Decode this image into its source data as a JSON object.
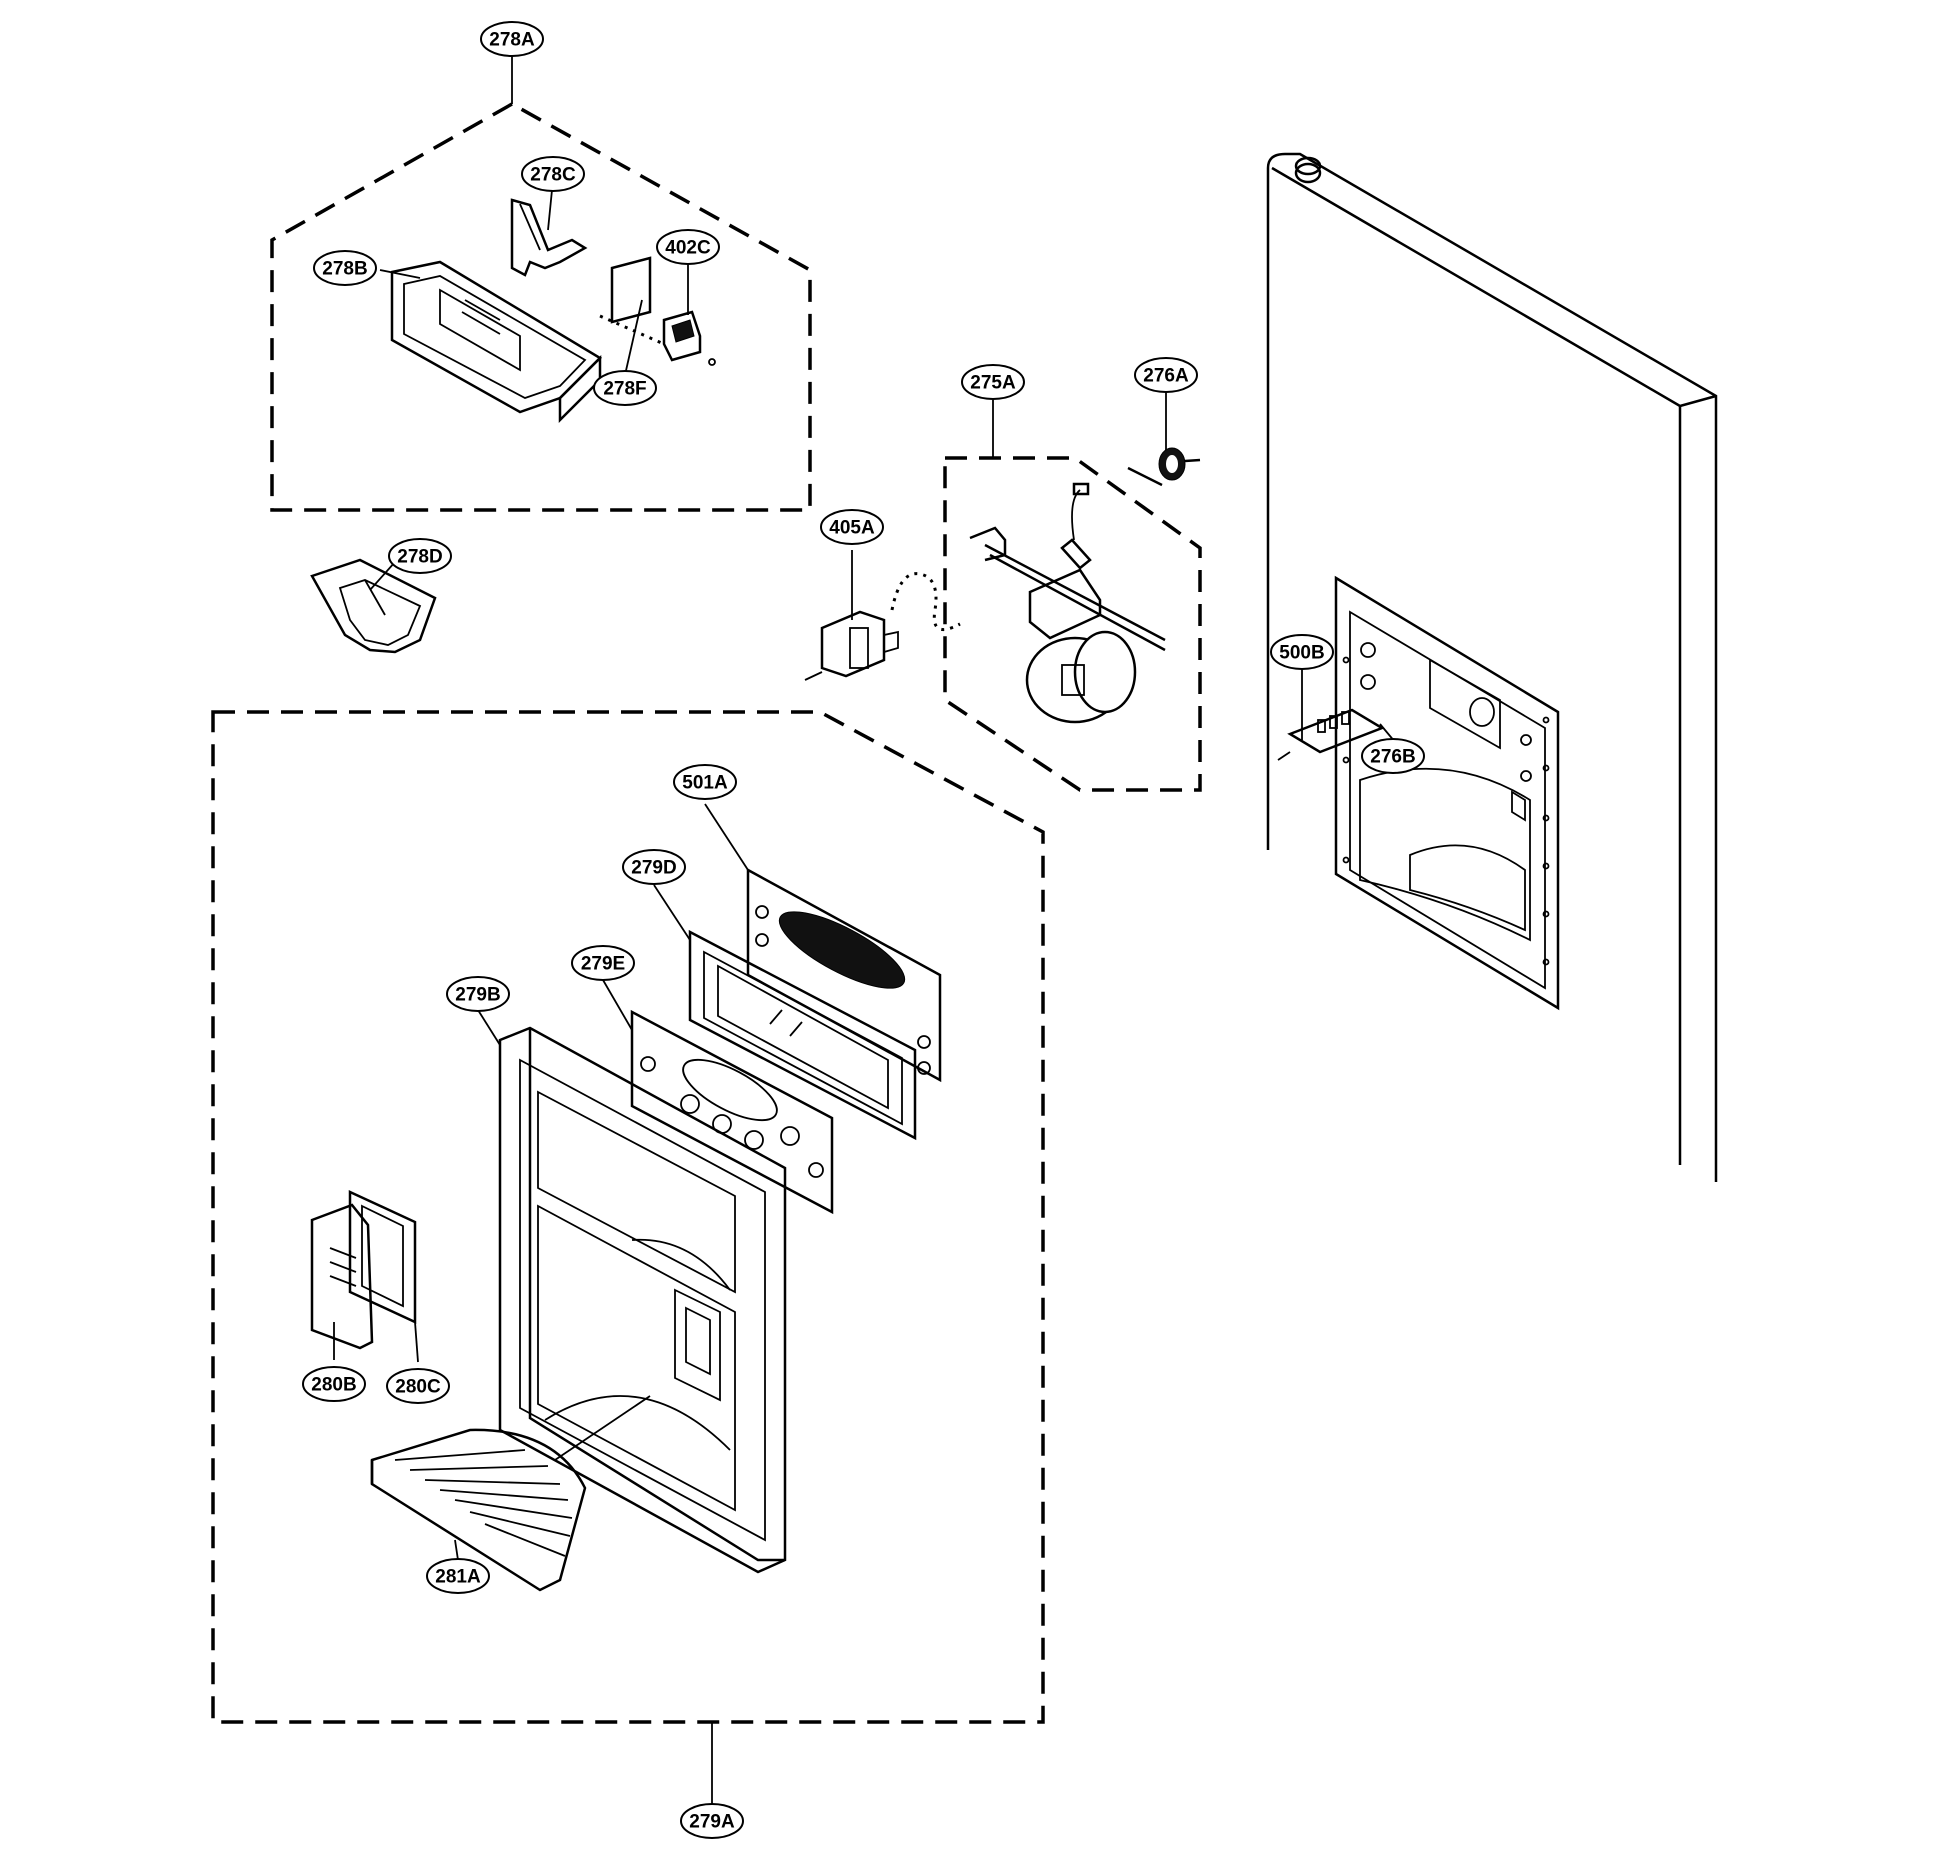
{
  "diagram": {
    "callouts": {
      "p278A": "278A",
      "p278C": "278C",
      "p278B": "278B",
      "p402C": "402C",
      "p278F": "278F",
      "p278D": "278D",
      "p275A": "275A",
      "p276A": "276A",
      "p405A": "405A",
      "p500B": "500B",
      "p276B": "276B",
      "p501A": "501A",
      "p279D": "279D",
      "p279E": "279E",
      "p279B": "279B",
      "p280B": "280B",
      "p280C": "280C",
      "p281A": "281A",
      "p279A": "279A"
    }
  }
}
